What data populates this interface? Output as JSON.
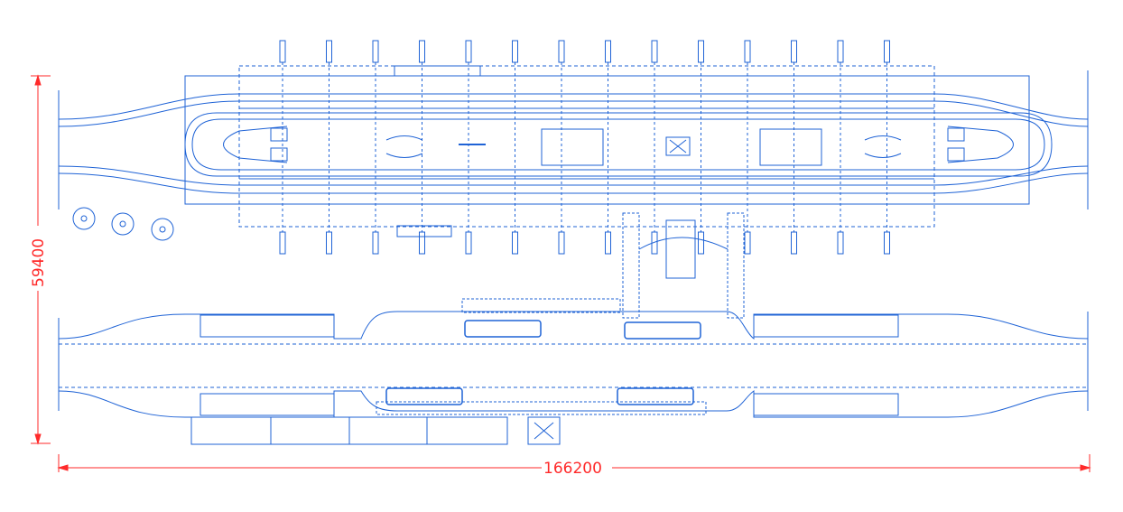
{
  "drawing": {
    "line_color": "#1f63d6",
    "dim_color": "#ff2a2a"
  },
  "dimensions": {
    "width_label": "166200",
    "height_label": "59400"
  },
  "components": {
    "pillar_columns": 14,
    "trees": 3
  }
}
